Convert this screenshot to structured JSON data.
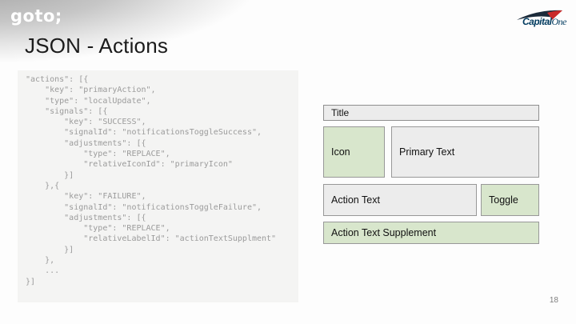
{
  "header": {
    "goto_logo": "goto;",
    "brand": {
      "capital": "Capital",
      "one": "One"
    }
  },
  "slide": {
    "title": "JSON - Actions",
    "page_number": "18"
  },
  "code": {
    "lines": [
      "\"actions\": [{",
      "    \"key\": \"primaryAction\",",
      "    \"type\": \"localUpdate\",",
      "    \"signals\": [{",
      "        \"key\": \"SUCCESS\",",
      "        \"signalId\": \"notificationsToggleSuccess\",",
      "        \"adjustments\": [{",
      "            \"type\": \"REPLACE\",",
      "            \"relativeIconId\": \"primaryIcon\"",
      "        }]",
      "    },{",
      "        \"key\": \"FAILURE\",",
      "        \"signalId\": \"notificationsToggleFailure\",",
      "        \"adjustments\": [{",
      "            \"type\": \"REPLACE\",",
      "            \"relativeLabelId\": \"actionTextSupplment\"",
      "        }]",
      "    },",
      "    ...",
      "}]"
    ]
  },
  "wireframe": {
    "title_box": "Title",
    "icon_box": "Icon",
    "primary_text_box": "Primary Text",
    "action_text_box": "Action Text",
    "toggle_box": "Toggle",
    "supplement_box": "Action Text Supplement"
  },
  "colors": {
    "green_fill": "#d8e6cc",
    "gray_fill": "#ececec",
    "box_border": "#989898",
    "code_bg": "#f4f4f3",
    "code_text": "#9b9b9b",
    "brand_navy": "#013b5f",
    "brand_red": "#c92a2a"
  }
}
